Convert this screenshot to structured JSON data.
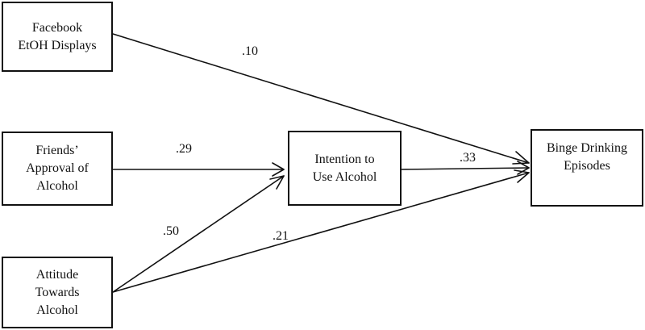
{
  "nodes": {
    "facebook": {
      "lines": [
        "Facebook",
        "EtOH Displays"
      ]
    },
    "friends": {
      "lines": [
        "Friends’",
        "Approval of",
        "Alcohol"
      ]
    },
    "attitude": {
      "lines": [
        "Attitude",
        "Towards",
        "Alcohol"
      ]
    },
    "intention": {
      "lines": [
        "Intention to",
        "Use Alcohol"
      ]
    },
    "binge": {
      "lines": [
        "Binge Drinking",
        "Episodes"
      ]
    }
  },
  "paths": [
    {
      "from": "facebook",
      "to": "binge",
      "coefficient": ".10"
    },
    {
      "from": "friends",
      "to": "intention",
      "coefficient": ".29"
    },
    {
      "from": "intention",
      "to": "binge",
      "coefficient": ".33"
    },
    {
      "from": "attitude",
      "to": "intention",
      "coefficient": ".50"
    },
    {
      "from": "attitude",
      "to": "binge",
      "coefficient": ".21"
    }
  ],
  "colors": {
    "stroke": "#111111",
    "background": "#ffffff"
  }
}
